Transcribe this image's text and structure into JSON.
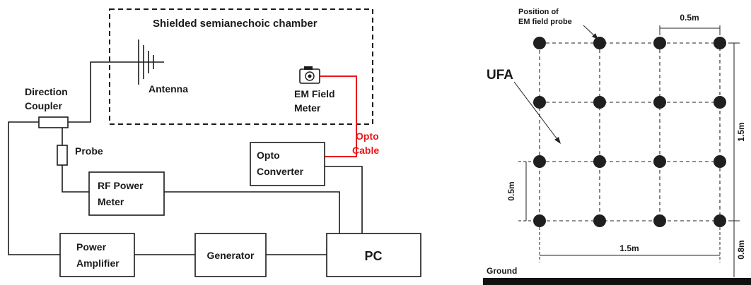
{
  "left_diagram": {
    "chamber_label": "Shielded semianechoic chamber",
    "antenna_label": "Antenna",
    "em_field_meter_label": [
      "EM Field",
      "Meter"
    ],
    "direction_coupler_label": [
      "Direction",
      "Coupler"
    ],
    "probe_label": "Probe",
    "opto_cable_label": [
      "Opto",
      "Cable"
    ],
    "opto_converter_label": [
      "Opto",
      "Converter"
    ],
    "rf_power_meter_label": [
      "RF Power",
      "Meter"
    ],
    "power_amplifier_label": [
      "Power",
      "Amplifier"
    ],
    "generator_label": "Generator",
    "pc_label": "PC",
    "colors": {
      "line": "#1a1a1a",
      "opto_cable": "#e8181b"
    }
  },
  "right_diagram": {
    "probe_position_label": [
      "Position of",
      "EM field probe"
    ],
    "ufa_label": "UFA",
    "top_spacing_label": "0.5m",
    "right_height_label": "1.5m",
    "left_spacing_label": "0.5m",
    "bottom_width_label": "1.5m",
    "ground_height_label": "0.8m",
    "ground_label": "Ground",
    "grid": {
      "rows": 4,
      "columns": 4
    },
    "colors": {
      "point": "#1f1f1f",
      "ground": "#111111"
    }
  }
}
